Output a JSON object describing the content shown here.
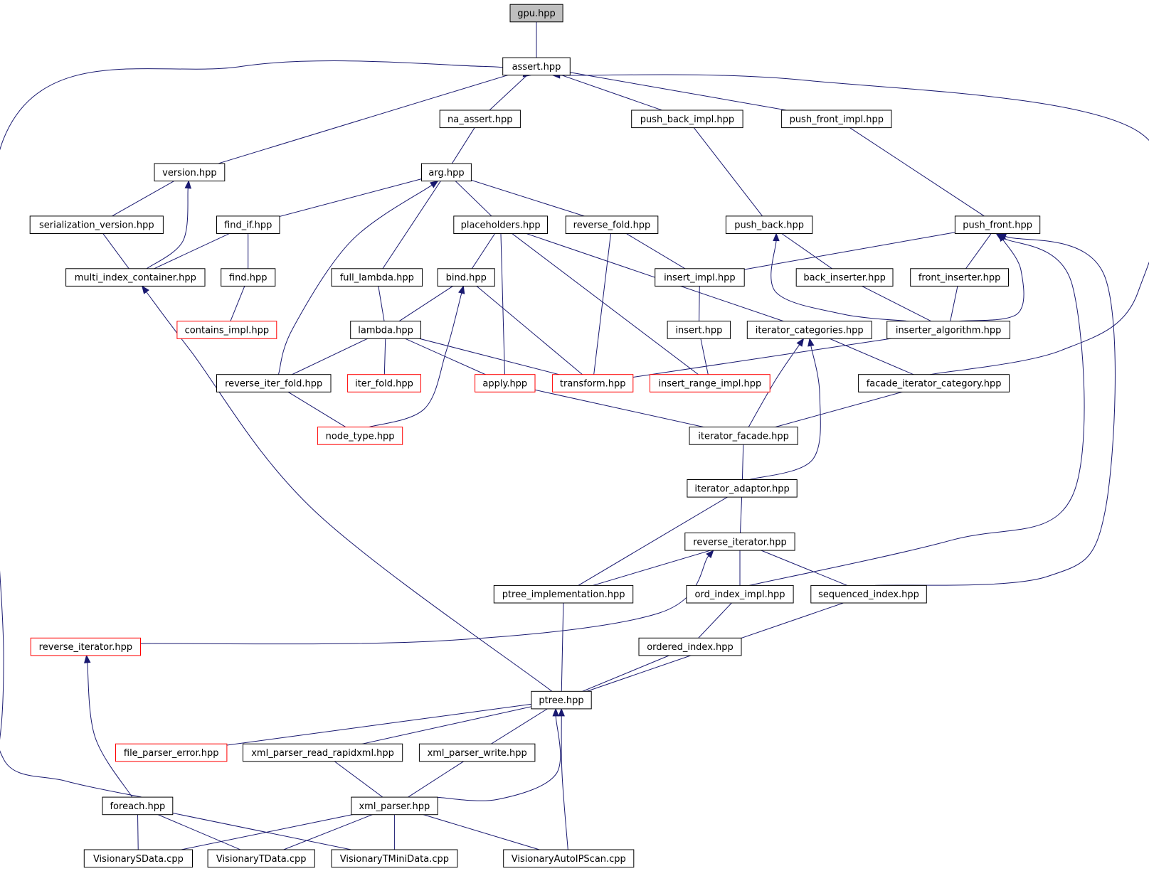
{
  "colors": {
    "edge": "#191970",
    "node_border": "#000000",
    "incomplete_border": "#ff0000",
    "root_fill": "#bfbfbf",
    "background": "#ffffff"
  },
  "nodes": [
    {
      "id": "gpu",
      "label": "gpu.hpp",
      "root": true
    },
    {
      "id": "assert",
      "label": "assert.hpp"
    },
    {
      "id": "na_assert",
      "label": "na_assert.hpp"
    },
    {
      "id": "push_back_impl",
      "label": "push_back_impl.hpp"
    },
    {
      "id": "push_front_impl",
      "label": "push_front_impl.hpp"
    },
    {
      "id": "version",
      "label": "version.hpp"
    },
    {
      "id": "arg",
      "label": "arg.hpp"
    },
    {
      "id": "serialization_version",
      "label": "serialization_version.hpp"
    },
    {
      "id": "find_if",
      "label": "find_if.hpp"
    },
    {
      "id": "placeholders",
      "label": "placeholders.hpp"
    },
    {
      "id": "reverse_fold",
      "label": "reverse_fold.hpp"
    },
    {
      "id": "push_back",
      "label": "push_back.hpp"
    },
    {
      "id": "push_front",
      "label": "push_front.hpp"
    },
    {
      "id": "multi_index_container",
      "label": "multi_index_container.hpp"
    },
    {
      "id": "find",
      "label": "find.hpp"
    },
    {
      "id": "full_lambda",
      "label": "full_lambda.hpp"
    },
    {
      "id": "bind",
      "label": "bind.hpp"
    },
    {
      "id": "insert_impl",
      "label": "insert_impl.hpp"
    },
    {
      "id": "back_inserter",
      "label": "back_inserter.hpp"
    },
    {
      "id": "front_inserter",
      "label": "front_inserter.hpp"
    },
    {
      "id": "contains_impl",
      "label": "contains_impl.hpp",
      "incomplete": true
    },
    {
      "id": "lambda",
      "label": "lambda.hpp"
    },
    {
      "id": "insert",
      "label": "insert.hpp"
    },
    {
      "id": "iterator_categories",
      "label": "iterator_categories.hpp"
    },
    {
      "id": "inserter_algorithm",
      "label": "inserter_algorithm.hpp"
    },
    {
      "id": "reverse_iter_fold",
      "label": "reverse_iter_fold.hpp"
    },
    {
      "id": "iter_fold",
      "label": "iter_fold.hpp",
      "incomplete": true
    },
    {
      "id": "apply",
      "label": "apply.hpp",
      "incomplete": true
    },
    {
      "id": "transform",
      "label": "transform.hpp",
      "incomplete": true
    },
    {
      "id": "insert_range_impl",
      "label": "insert_range_impl.hpp",
      "incomplete": true
    },
    {
      "id": "facade_iterator_category",
      "label": "facade_iterator_category.hpp"
    },
    {
      "id": "node_type",
      "label": "node_type.hpp",
      "incomplete": true
    },
    {
      "id": "iterator_facade",
      "label": "iterator_facade.hpp"
    },
    {
      "id": "iterator_adaptor",
      "label": "iterator_adaptor.hpp"
    },
    {
      "id": "reverse_iterator_hpp",
      "label": "reverse_iterator.hpp"
    },
    {
      "id": "ptree_implementation",
      "label": "ptree_implementation.hpp"
    },
    {
      "id": "ord_index_impl",
      "label": "ord_index_impl.hpp"
    },
    {
      "id": "sequenced_index",
      "label": "sequenced_index.hpp"
    },
    {
      "id": "reverse_iterator_red",
      "label": "reverse_iterator.hpp",
      "incomplete": true
    },
    {
      "id": "ordered_index",
      "label": "ordered_index.hpp"
    },
    {
      "id": "ptree",
      "label": "ptree.hpp"
    },
    {
      "id": "file_parser_error",
      "label": "file_parser_error.hpp",
      "incomplete": true
    },
    {
      "id": "xml_parser_read_rapidxml",
      "label": "xml_parser_read_rapidxml.hpp"
    },
    {
      "id": "xml_parser_write",
      "label": "xml_parser_write.hpp"
    },
    {
      "id": "foreach",
      "label": "foreach.hpp"
    },
    {
      "id": "xml_parser",
      "label": "xml_parser.hpp"
    },
    {
      "id": "VisionarySData",
      "label": "VisionarySData.cpp"
    },
    {
      "id": "VisionaryTData",
      "label": "VisionaryTData.cpp"
    },
    {
      "id": "VisionaryTMiniData",
      "label": "VisionaryTMiniData.cpp"
    },
    {
      "id": "VisionaryAutoIPScan",
      "label": "VisionaryAutoIPScan.cpp"
    }
  ],
  "edges": [
    {
      "to": "gpu",
      "from": "assert"
    },
    {
      "to": "assert",
      "from": "foreach"
    },
    {
      "to": "assert",
      "from": "version"
    },
    {
      "to": "assert",
      "from": "na_assert"
    },
    {
      "to": "assert",
      "from": "push_back_impl"
    },
    {
      "to": "assert",
      "from": "push_front_impl"
    },
    {
      "to": "assert",
      "from": "facade_iterator_category"
    },
    {
      "to": "na_assert",
      "from": "arg"
    },
    {
      "to": "push_back_impl",
      "from": "push_back"
    },
    {
      "to": "push_front_impl",
      "from": "push_front"
    },
    {
      "to": "version",
      "from": "serialization_version"
    },
    {
      "to": "version",
      "from": "multi_index_container"
    },
    {
      "to": "arg",
      "from": "find_if"
    },
    {
      "to": "arg",
      "from": "reverse_iter_fold"
    },
    {
      "to": "arg",
      "from": "full_lambda"
    },
    {
      "to": "arg",
      "from": "placeholders"
    },
    {
      "to": "arg",
      "from": "reverse_fold"
    },
    {
      "to": "serialization_version",
      "from": "multi_index_container"
    },
    {
      "to": "find_if",
      "from": "multi_index_container"
    },
    {
      "to": "find_if",
      "from": "find"
    },
    {
      "to": "placeholders",
      "from": "bind"
    },
    {
      "to": "placeholders",
      "from": "apply"
    },
    {
      "to": "placeholders",
      "from": "iterator_categories"
    },
    {
      "to": "placeholders",
      "from": "insert_range_impl"
    },
    {
      "to": "reverse_fold",
      "from": "transform"
    },
    {
      "to": "reverse_fold",
      "from": "insert_impl"
    },
    {
      "to": "push_back",
      "from": "back_inserter"
    },
    {
      "to": "push_back",
      "from": "inserter_algorithm"
    },
    {
      "to": "push_front",
      "from": "insert_impl"
    },
    {
      "to": "push_front",
      "from": "front_inserter"
    },
    {
      "to": "push_front",
      "from": "inserter_algorithm"
    },
    {
      "to": "push_front",
      "from": "ord_index_impl"
    },
    {
      "to": "push_front",
      "from": "sequenced_index"
    },
    {
      "to": "multi_index_container",
      "from": "ptree"
    },
    {
      "to": "find",
      "from": "contains_impl"
    },
    {
      "to": "full_lambda",
      "from": "lambda"
    },
    {
      "to": "bind",
      "from": "lambda"
    },
    {
      "to": "bind",
      "from": "node_type"
    },
    {
      "to": "bind",
      "from": "transform"
    },
    {
      "to": "insert_impl",
      "from": "insert"
    },
    {
      "to": "back_inserter",
      "from": "inserter_algorithm"
    },
    {
      "to": "front_inserter",
      "from": "inserter_algorithm"
    },
    {
      "to": "lambda",
      "from": "reverse_iter_fold"
    },
    {
      "to": "lambda",
      "from": "iter_fold"
    },
    {
      "to": "lambda",
      "from": "apply"
    },
    {
      "to": "lambda",
      "from": "transform"
    },
    {
      "to": "insert",
      "from": "insert_range_impl"
    },
    {
      "to": "iterator_categories",
      "from": "facade_iterator_category"
    },
    {
      "to": "iterator_categories",
      "from": "iterator_facade"
    },
    {
      "to": "iterator_categories",
      "from": "iterator_adaptor"
    },
    {
      "to": "inserter_algorithm",
      "from": "transform"
    },
    {
      "to": "reverse_iter_fold",
      "from": "node_type"
    },
    {
      "to": "apply",
      "from": "iterator_facade"
    },
    {
      "to": "facade_iterator_category",
      "from": "iterator_facade"
    },
    {
      "to": "iterator_facade",
      "from": "iterator_adaptor"
    },
    {
      "to": "iterator_adaptor",
      "from": "reverse_iterator_hpp"
    },
    {
      "to": "iterator_adaptor",
      "from": "ptree_implementation"
    },
    {
      "to": "reverse_iterator_hpp",
      "from": "ptree_implementation"
    },
    {
      "to": "reverse_iterator_hpp",
      "from": "ord_index_impl"
    },
    {
      "to": "reverse_iterator_hpp",
      "from": "sequenced_index"
    },
    {
      "to": "reverse_iterator_hpp",
      "from": "reverse_iterator_red"
    },
    {
      "to": "ptree_implementation",
      "from": "ptree"
    },
    {
      "to": "ord_index_impl",
      "from": "ordered_index"
    },
    {
      "to": "ordered_index",
      "from": "ptree"
    },
    {
      "to": "sequenced_index",
      "from": "ptree"
    },
    {
      "to": "reverse_iterator_red",
      "from": "foreach"
    },
    {
      "to": "ptree",
      "from": "file_parser_error"
    },
    {
      "to": "ptree",
      "from": "xml_parser_read_rapidxml"
    },
    {
      "to": "ptree",
      "from": "xml_parser_write"
    },
    {
      "to": "ptree",
      "from": "xml_parser"
    },
    {
      "to": "ptree",
      "from": "VisionaryAutoIPScan"
    },
    {
      "to": "xml_parser_read_rapidxml",
      "from": "xml_parser"
    },
    {
      "to": "xml_parser_write",
      "from": "xml_parser"
    },
    {
      "to": "foreach",
      "from": "VisionarySData"
    },
    {
      "to": "foreach",
      "from": "VisionaryTData"
    },
    {
      "to": "foreach",
      "from": "VisionaryTMiniData"
    },
    {
      "to": "xml_parser",
      "from": "VisionarySData"
    },
    {
      "to": "xml_parser",
      "from": "VisionaryTData"
    },
    {
      "to": "xml_parser",
      "from": "VisionaryTMiniData"
    },
    {
      "to": "xml_parser",
      "from": "VisionaryAutoIPScan"
    }
  ]
}
